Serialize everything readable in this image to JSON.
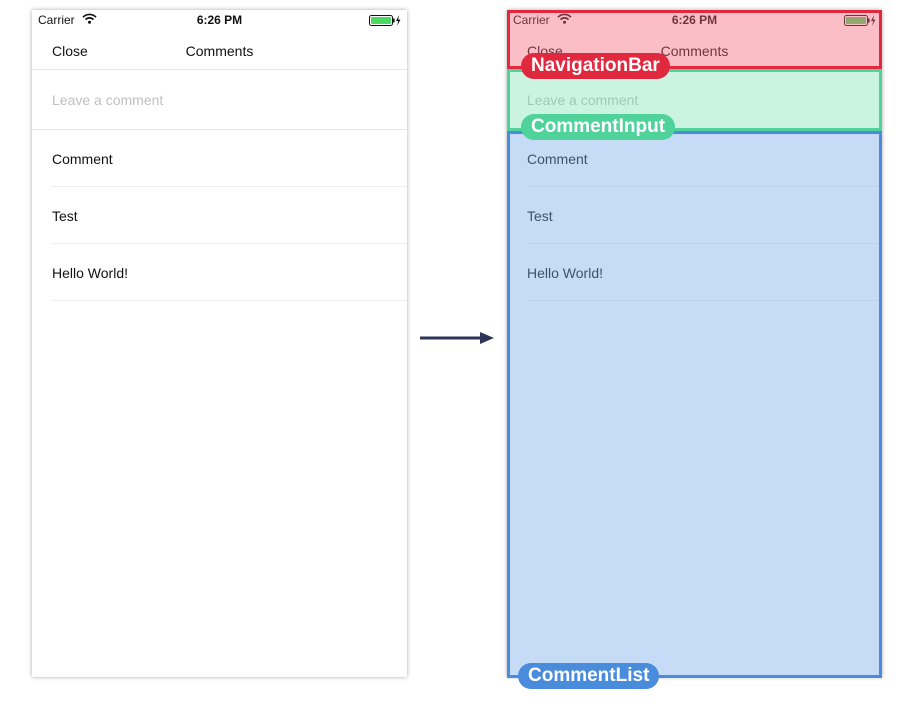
{
  "status_bar": {
    "carrier": "Carrier",
    "time": "6:26 PM"
  },
  "navigation": {
    "close_label": "Close",
    "title": "Comments"
  },
  "comment_input": {
    "placeholder": "Leave a comment"
  },
  "comments": [
    "Comment",
    "Test",
    "Hello World!"
  ],
  "components": {
    "navigation_bar": "NavigationBar",
    "comment_input": "CommentInput",
    "comment_list": "CommentList"
  },
  "colors": {
    "navigation_bar": "#e0283f",
    "comment_input": "#4fd39b",
    "comment_list": "#4a8cdc",
    "arrow": "#2d3456",
    "battery": "#4cd964"
  },
  "icons": [
    "wifi-icon",
    "battery-icon",
    "arrow-right-icon"
  ]
}
